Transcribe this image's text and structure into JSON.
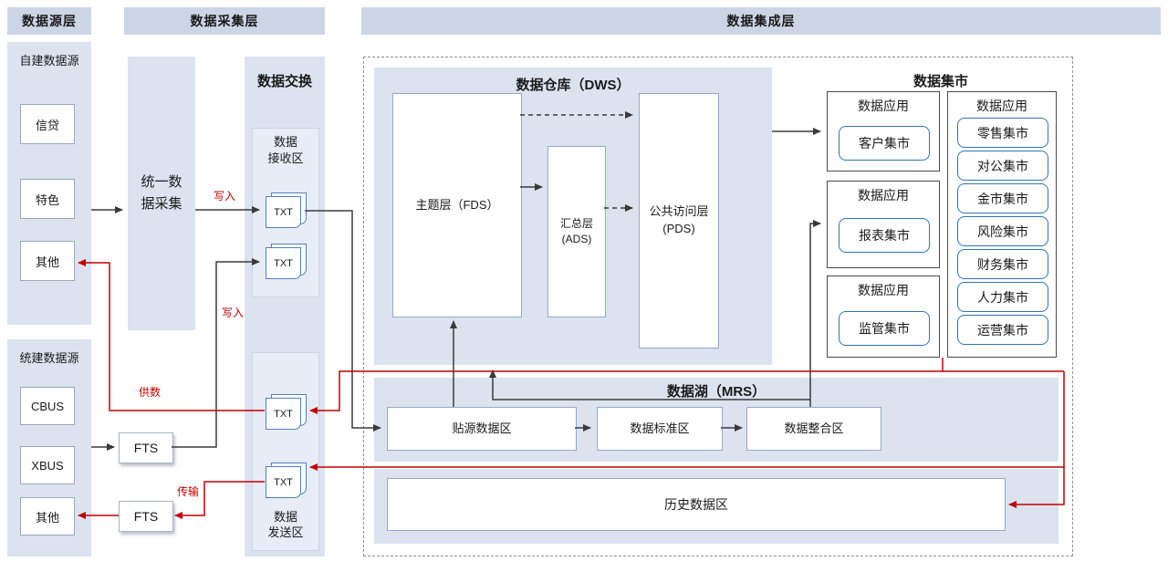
{
  "colors": {
    "panel_blue": "#dce3ef",
    "header_blue": "#ccd5e5",
    "red_flow": "#c00000",
    "black_flow": "#3a3a3a",
    "mart_border_blue": "#2e75b6"
  },
  "headers": {
    "source": "数据源层",
    "collection": "数据采集层",
    "integration": "数据集成层"
  },
  "source_layer": {
    "self_built": {
      "title": "自建数据源",
      "items": [
        "信贷",
        "特色",
        "其他"
      ]
    },
    "unified": {
      "title": "统建数据源",
      "items": [
        "CBUS",
        "XBUS",
        "其他"
      ]
    }
  },
  "collection_layer": {
    "unified_collection": "统一数\n据采集",
    "fts1": "FTS",
    "fts2": "FTS",
    "exchange": {
      "title": "数据交换",
      "receive_zone": "数据\n接收区",
      "send_zone": "数据\n发送区",
      "txt": "TXT"
    }
  },
  "flow_labels": {
    "write_top": "写入",
    "write_bottom": "写入",
    "supply": "供数",
    "transfer": "传输"
  },
  "warehouse": {
    "title": "数据仓库（DWS）",
    "fds": "主题层（FDS）",
    "ads": "汇总层\n(ADS)",
    "pds": "公共访问层\n(PDS)"
  },
  "marts": {
    "title": "数据集市",
    "groups": [
      {
        "label": "数据应用",
        "items": [
          "客户集市"
        ]
      },
      {
        "label": "数据应用",
        "items": [
          "报表集市"
        ]
      },
      {
        "label": "数据应用",
        "items": [
          "监管集市"
        ]
      },
      {
        "label": "数据应用",
        "items": [
          "零售集市",
          "对公集市",
          "金市集市",
          "风险集市",
          "财务集市",
          "人力集市",
          "运营集市"
        ]
      }
    ]
  },
  "lake": {
    "title": "数据湖（MRS）",
    "zones": [
      "贴源数据区",
      "数据标准区",
      "数据整合区"
    ]
  },
  "history": {
    "label": "历史数据区"
  }
}
